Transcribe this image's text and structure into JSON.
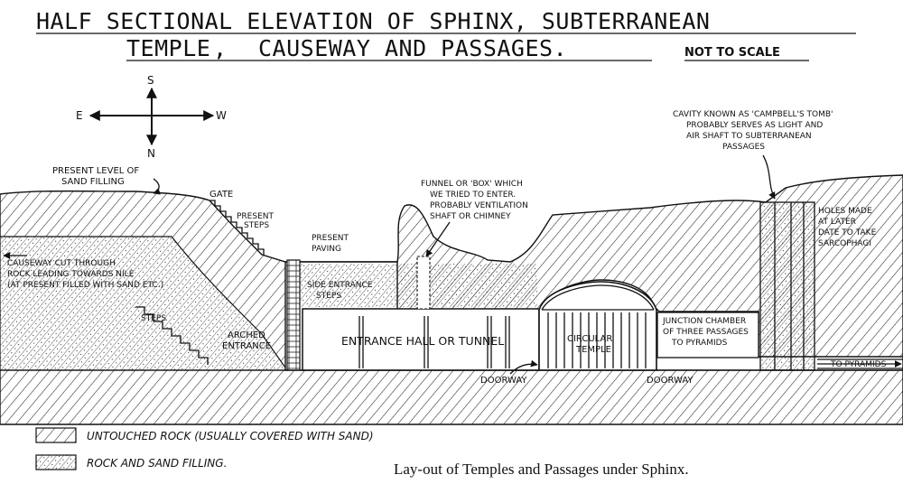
{
  "title": {
    "line1": "HALF SECTIONAL ELEVATION OF SPHINX, SUBTERRANEAN",
    "line2_a": "TEMPLE",
    "line2_b": "CAUSEWAY AND PASSAGES.",
    "note": "NOT TO SCALE"
  },
  "compass": {
    "north": "N",
    "south": "S",
    "east": "E",
    "west": "W"
  },
  "labels": {
    "present_level": [
      "PRESENT LEVEL OF",
      "SAND FILLING"
    ],
    "gate": "GATE",
    "present_steps": [
      "PRESENT",
      "STEPS"
    ],
    "present_paving": [
      "PRESENT",
      "PAVING"
    ],
    "funnel": [
      "FUNNEL OR 'BOX' WHICH",
      "WE TRIED TO ENTER.",
      "PROBABLY VENTILATION",
      "SHAFT OR CHIMNEY"
    ],
    "cavity": [
      "CAVITY KNOWN AS 'CAMPBELL'S TOMB'",
      "PROBABLY SERVES AS LIGHT AND",
      "AIR SHAFT TO SUBTERRANEAN",
      "PASSAGES"
    ],
    "holes": [
      "HOLES MADE",
      "AT LATER",
      "DATE TO TAKE",
      "SARCOPHAGI"
    ],
    "causeway": [
      "CAUSEWAY CUT THROUGH",
      "ROCK LEADING TOWARDS NILE",
      "(AT PRESENT FILLED WITH SAND ETC.)"
    ],
    "side_entrance": [
      "SIDE ENTRANCE",
      "STEPS"
    ],
    "steps": "STEPS",
    "arched_entrance": [
      "ARCHED",
      "ENTRANCE"
    ],
    "entrance_hall": "ENTRANCE HALL OR TUNNEL",
    "circular_temple": [
      "CIRCULAR",
      "TEMPLE"
    ],
    "junction": [
      "JUNCTION CHAMBER",
      "OF THREE PASSAGES",
      "TO PYRAMIDS"
    ],
    "doorway_1": "DOORWAY",
    "doorway_2": "DOORWAY",
    "to_pyramids": "TO PYRAMIDS"
  },
  "legend": {
    "untouched_rock": "UNTOUCHED ROCK (USUALLY COVERED WITH SAND)",
    "rock_sand": "ROCK AND SAND FILLING."
  },
  "caption": "Lay-out of Temples and Passages under Sphinx.",
  "colors": {
    "ink": "#111111",
    "paper": "#ffffff"
  }
}
